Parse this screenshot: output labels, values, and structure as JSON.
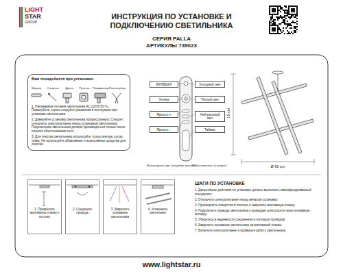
{
  "diagram": {
    "title": "ИНСТРУКЦИЯ ПО УСТАНОВКЕ И ПОДКЛЮЧЕНИЮ СВЕТИЛЬНИКА",
    "nodes": [
      {
        "text": [
          "Вам понадобится при установке:",
          "1. Напряжение питания светильника AC 220 В 50 Гц. Пожалуйста, строго следуйте указаниям в инструкции при установке светильника.",
          "2. Доверяйте установку светильника профессионалу. Следует отключить электропитание перед установкой светильника. Подключение светильника должно производиться только после полного обесточивания сети.",
          "3. Для очистки светильника используйте только мягкую сухую ткань. Не используйте абразивные и агрессивные средства для очистки."
        ]
      },
      {
        "text": [
          "1. Прикрепите монтажную планку к потолку"
        ]
      },
      {
        "text": [
          "2. Соедините провода"
        ]
      },
      {
        "text": [
          "3. Закрепите основание светильника"
        ]
      },
      {
        "text": [
          "4. Установите светильник"
        ]
      },
      {
        "text": [
          "ВКЛ/ВЫКЛ"
        ]
      },
      {
        "text": [
          "Ночник"
        ]
      },
      {
        "text": [
          "Яркость +"
        ]
      },
      {
        "text": [
          "Яркость −"
        ]
      },
      {
        "text": [
          "Холодный свет"
        ]
      },
      {
        "text": [
          "Тёплый свет"
        ]
      },
      {
        "text": [
          "Нейтральный свет"
        ]
      },
      {
        "text": [
          "Таймер"
        ]
      }
    ],
    "labels": [
      "LIGHT",
      "STAR",
      "GROUP",
      "СЕРИЯ PALLA",
      "АРТИКУЛЫ 739023",
      "Маркер",
      "Отвертка",
      "Дрель",
      "Рулетка",
      "Перфоратор",
      "Плоскогубцы",
      "Используются две батарейки типа AAA (в комплект не входят)",
      "15 cm",
      "Ø 60 cm",
      "ШАГИ ПО УСТАНОВКЕ",
      "1. Дальнейшие действия по установке должен выполнять квалифицированный специалист.",
      "2. Отключите электропитание перед началом установки.",
      "3. Просверлите отверстия в потолке и закрепите монтажную планку.",
      "4. Подключите провода светильника к проводам электросети через клеммную колодку.",
      "5. Убедитесь в надежности соединения и изоляции проводов.",
      "6. Закрепите основание светильника на монтажной планке.",
      "7. Включите электропитание и проверьте работу светильника.",
      "www.lightstar.ru"
    ]
  }
}
